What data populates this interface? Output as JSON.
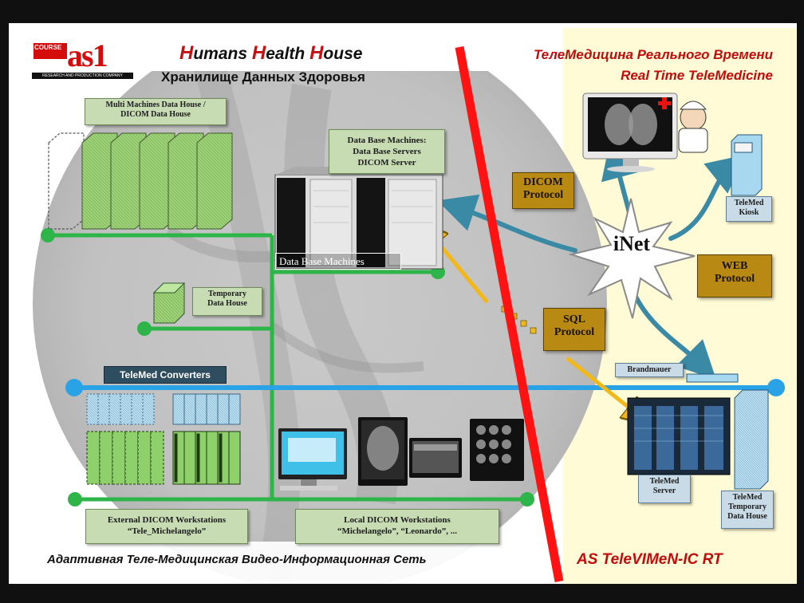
{
  "logo": {
    "course": "COURSE",
    "brand": "as1",
    "company": "RESEARCH AND PRODUCTION COMPANY"
  },
  "title": {
    "line1_parts": [
      "H",
      "umans ",
      "H",
      "ealth ",
      "H",
      "ouse"
    ],
    "line2": "Хранилище Данных Здоровья"
  },
  "right_title": {
    "line1": "ТелеМедицина Реального Времени",
    "line2": "Real Time TeleMedicine"
  },
  "labels": {
    "multi_machines": [
      "Multi Machines Data House /",
      "DICOM Data House"
    ],
    "db_machines": [
      "Data Base Machines:",
      "Data Base Servers",
      "DICOM Server"
    ],
    "db_caption": "Data Base Machines",
    "temporary": [
      "Temporary",
      "Data House"
    ],
    "converters": "TeleMed  Converters",
    "external_ws": [
      "External DICOM Workstations",
      "“Tele_Michelangelo”"
    ],
    "local_ws": [
      "Local DICOM Workstations",
      "“Michelangelo”, “Leonardo”, ..."
    ],
    "dicom_protocol": [
      "DICOM",
      "Protocol"
    ],
    "sql_protocol": [
      "SQL",
      "Protocol"
    ],
    "web_protocol": [
      "WEB",
      "Protocol"
    ],
    "inet": "iNet",
    "kiosk": [
      "TeleMed",
      "Kiosk"
    ],
    "brandmauer": "Brandmauer",
    "telemed_server": [
      "TeleMed",
      "Server"
    ],
    "telemed_temp": [
      "TeleMed",
      "Temporary",
      "Data House"
    ]
  },
  "footer": {
    "left": "Адаптивная Теле-Медицинская Видео-Информационная Сеть",
    "right": "AS  TeleVIMeN-IC  RT"
  },
  "colors": {
    "green": "#2db54a",
    "blue": "#2aa3e6",
    "red": "#ff1212",
    "gold": "#b88a14",
    "teal_arrow": "#3a8aa6",
    "yellow_bg": "#fffbd6"
  }
}
